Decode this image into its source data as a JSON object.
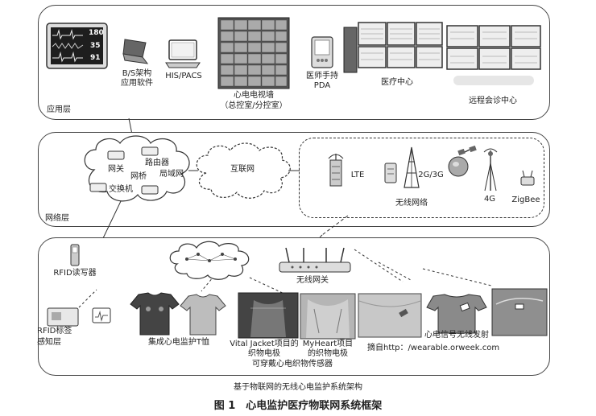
{
  "figure": {
    "title": "图 1　心电监护医疗物联网系统框架",
    "subtitle": "基于物联网的无线心电监护系统架构"
  },
  "app_layer": {
    "label": "应用层",
    "items": {
      "bs": [
        "B/S架构",
        "应用软件"
      ],
      "his": "HIS/PACS",
      "wall": [
        "心电电视墙",
        "（总控室/分控室）"
      ],
      "pda": [
        "医师手持",
        "PDA"
      ],
      "center": "医疗中心",
      "remote": "远程会诊中心"
    },
    "monitor_values": [
      "180",
      "35",
      "91"
    ]
  },
  "network_layer": {
    "label": "网络层",
    "cloud1": {
      "gateway": "网关",
      "router": "路由器",
      "bridge": "网桥",
      "lan": "局域网",
      "switch": "交换机"
    },
    "internet": "互联网",
    "wireless": {
      "lte": "LTE",
      "g23": "2G/3G",
      "g4": "4G",
      "zigbee": "ZigBee",
      "label": "无线网络"
    }
  },
  "sensing_layer": {
    "label": [
      "RFID标签",
      "感知层"
    ],
    "rfid_reader": "RFID读写器",
    "wireless_gateway": "无线网关",
    "items": {
      "tshirt": "集成心电监护T恤",
      "vital": [
        "Vital Jacket项目的",
        "织物电极"
      ],
      "myheart": [
        "MyHeart项目",
        "的织物电极"
      ],
      "wearable": "可穿戴心电织物传感器",
      "source": "摘自http：/wearable.orweek.com",
      "emit": "心电信号无线发射"
    }
  },
  "colors": {
    "border": "#444444",
    "fabric": "#b8b8b8",
    "dark": "#555555"
  }
}
